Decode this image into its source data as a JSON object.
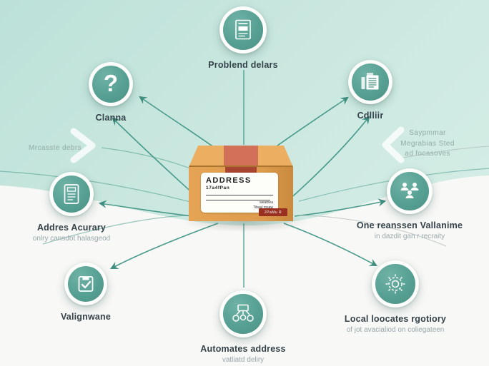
{
  "palette": {
    "background_top": "#bce1d8",
    "background_bottom_panel": "#f8f8f6",
    "node_teal": "#519689",
    "arrow_teal": "#4a9b8c",
    "box_orange": "#e2a052",
    "tape_red": "#a84432",
    "label_text": "#34424a",
    "sub_text": "#98a8ab",
    "watermark_text": "#92aca6"
  },
  "watermarks": {
    "left": "Mrcasste debrs",
    "right_lines": [
      "Saypmmar",
      "Megrabias Sted",
      "ad focasoves"
    ]
  },
  "nodes": {
    "top_center": {
      "label": "Problend delars",
      "icon": "shipping-label-icon"
    },
    "top_left": {
      "label": "Clanna",
      "glyph": "?",
      "icon": "question-mark-icon"
    },
    "top_right": {
      "label": "Cdlliir",
      "icon": "clipboard-pencil-icon"
    },
    "mid_left": {
      "label": "Addres Acurary",
      "sublabel": "onlry cansdot halasgeod",
      "icon": "document-icon"
    },
    "mid_right": {
      "label": "One reanssen Vallanime",
      "sublabel": "in dazdit gan r recraity",
      "icon": "people-group-icon"
    },
    "bottom_left": {
      "label": "Valignwane",
      "icon": "package-check-icon"
    },
    "bottom_center": {
      "label": "Automates address",
      "sublabel": "vatliatd deliry",
      "icon": "workflow-icon"
    },
    "bottom_right": {
      "label": "Local loocates rgotiory",
      "sublabel": "of jot avacialiod on coliegateen",
      "icon": "gear-globe-icon"
    }
  },
  "package": {
    "label_title": "ADDRESS",
    "handwriting": "17a4fPan",
    "note_line1": "weamea",
    "note_line2": "Tibaul msaw",
    "sticker": "2PaMu R"
  }
}
